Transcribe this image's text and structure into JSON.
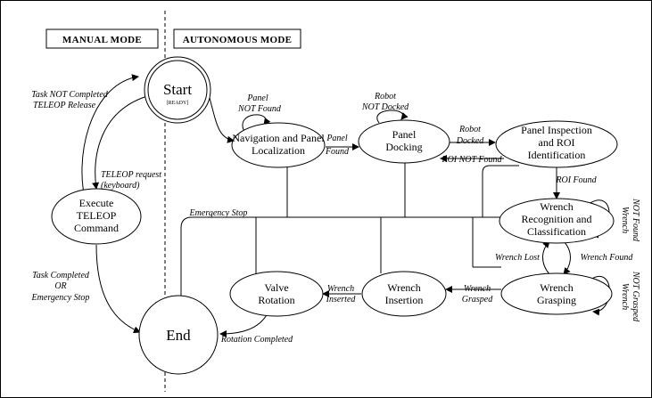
{
  "modes": {
    "manual": "MANUAL MODE",
    "autonomous": "AUTONOMOUS MODE"
  },
  "states": {
    "start": "Start",
    "start_sub": "[READY]",
    "end": "End",
    "teleop": [
      "Execute",
      "TELEOP",
      "Command"
    ],
    "navigation": [
      "Navigation and Panel",
      "Localization"
    ],
    "docking": [
      "Panel",
      "Docking"
    ],
    "inspection": [
      "Panel Inspection",
      "and ROI",
      "Identification"
    ],
    "recognition": [
      "Wrench",
      "Recognition and",
      "Classification"
    ],
    "grasping": [
      "Wrench",
      "Grasping"
    ],
    "insertion": [
      "Wrench",
      "Insertion"
    ],
    "valve": [
      "Valve",
      "Rotation"
    ]
  },
  "transitions": {
    "task_not_completed": [
      "Task NOT Completed",
      "TELEOP Release"
    ],
    "teleop_request": [
      "TELEOP request",
      "(keyboard)"
    ],
    "task_completed": [
      "Task Completed",
      "OR",
      "Emergency Stop"
    ],
    "panel_not_found": [
      "Panel",
      "NOT Found"
    ],
    "robot_not_docked": [
      "Robot",
      "NOT Docked"
    ],
    "panel_found": [
      "Panel",
      "Found"
    ],
    "robot_docked": [
      "Robot",
      "Docked"
    ],
    "roi_not_found": "ROI NOT Found",
    "roi_found": "ROI Found",
    "wrench_not_found": [
      "Wrench",
      "NOT Found"
    ],
    "emergency_stop": "Emergency Stop",
    "wrench_lost": "Wrench Lost",
    "wrench_found": "Wrench Found",
    "wrench_not_grasped": [
      "Wrench",
      "NOT Grasped"
    ],
    "wrench_grasped": [
      "Wrench",
      "Grasped"
    ],
    "wrench_inserted": [
      "Wrench",
      "Inserted"
    ],
    "rotation_completed": "Rotation Completed"
  }
}
